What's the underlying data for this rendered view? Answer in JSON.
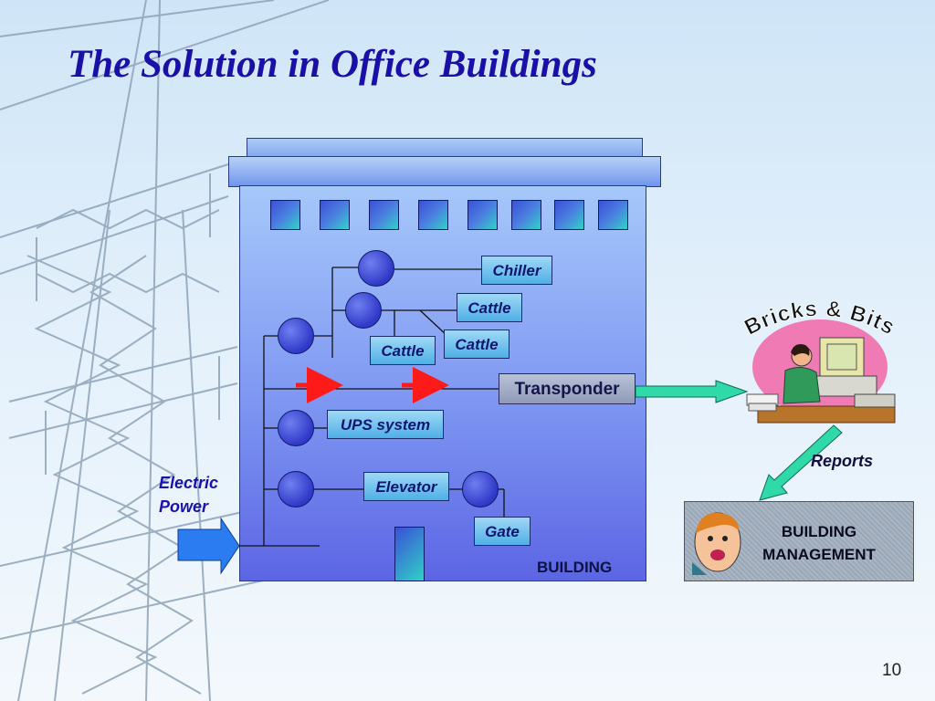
{
  "slide": {
    "title": "The Solution in Office Buildings",
    "page_number": "10"
  },
  "building": {
    "label": "BUILDING",
    "devices": {
      "chiller": "Chiller",
      "cattle_1": "Cattle",
      "cattle_2": "Cattle",
      "cattle_3": "Cattle",
      "ups": "UPS system",
      "elevator": "Elevator",
      "gate": "Gate"
    },
    "transponder": "Transponder"
  },
  "electric_power": {
    "line1": "Electric",
    "line2": "Power"
  },
  "bricks_bits": "Bricks & Bits",
  "reports": "Reports",
  "building_management": {
    "line1": "BUILDING",
    "line2": "MANAGEMENT"
  },
  "colors": {
    "title": "#1a10a8",
    "arrow_red": "#ff1a1a",
    "arrow_green": "#2fd9a8",
    "arrow_blue": "#2a7cf0"
  }
}
